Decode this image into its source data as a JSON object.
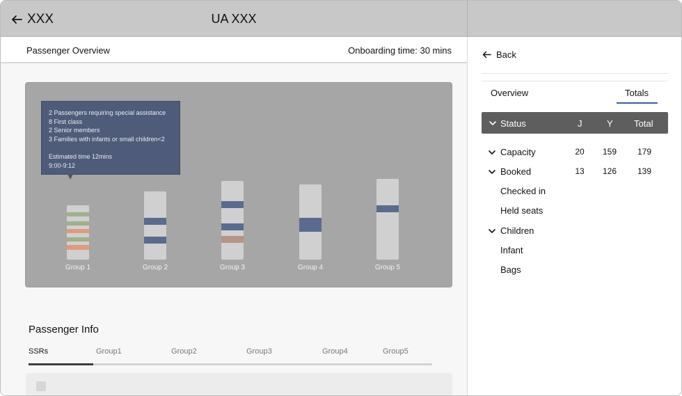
{
  "topbar": {
    "back_label": "XXX",
    "flight_title": "UA XXX"
  },
  "overview": {
    "title": "Passenger Overview",
    "onboarding_time": "Onboarding time: 30 mins"
  },
  "tooltip": {
    "lines": [
      "2 Passengers requiring special assistance",
      "8 First class",
      "2 Senior members",
      "3 Families with infants or small children<2"
    ],
    "estimate": "Estimated time 12mins",
    "window": "9:00-9:12"
  },
  "groups": [
    {
      "label": "Group 1"
    },
    {
      "label": "Group 2"
    },
    {
      "label": "Group 3"
    },
    {
      "label": "Group 4"
    },
    {
      "label": "Group 5"
    }
  ],
  "colors": {
    "panel_bg": "#a6a6a6",
    "bar_bg": "#d0d0d0",
    "special_green": "#9fb08c",
    "special_orange": "#e29a7e",
    "first_class_blue": "#5b6b8f",
    "senior_rust": "#b79486",
    "tooltip_bg": "#4e5b79",
    "accent_tab": "#3f5aa8"
  },
  "passenger_info": {
    "title": "Passenger Info",
    "tabs": [
      {
        "label": "SSRs",
        "active": true
      },
      {
        "label": "Group1",
        "active": false
      },
      {
        "label": "Group2",
        "active": false
      },
      {
        "label": "Group3",
        "active": false
      },
      {
        "label": "Group4",
        "active": false
      },
      {
        "label": "Group5",
        "active": false
      }
    ]
  },
  "side": {
    "back_label": "Back",
    "tabs": [
      {
        "label": "Overview",
        "active": false
      },
      {
        "label": "Totals",
        "active": true
      }
    ],
    "header": {
      "label": "Status",
      "col_j": "J",
      "col_y": "Y",
      "col_total": "Total"
    },
    "rows": [
      {
        "label": "Capacity",
        "chevron": true,
        "j": "20",
        "y": "159",
        "total": "179"
      },
      {
        "label": "Booked",
        "chevron": true,
        "j": "13",
        "y": "126",
        "total": "139"
      },
      {
        "label": "Checked in",
        "chevron": false,
        "j": "",
        "y": "",
        "total": ""
      },
      {
        "label": "Held seats",
        "chevron": false,
        "j": "",
        "y": "",
        "total": ""
      },
      {
        "label": "Children",
        "chevron": true,
        "j": "",
        "y": "",
        "total": ""
      },
      {
        "label": "Infant",
        "chevron": false,
        "j": "",
        "y": "",
        "total": ""
      },
      {
        "label": "Bags",
        "chevron": false,
        "j": "",
        "y": "",
        "total": ""
      }
    ]
  }
}
